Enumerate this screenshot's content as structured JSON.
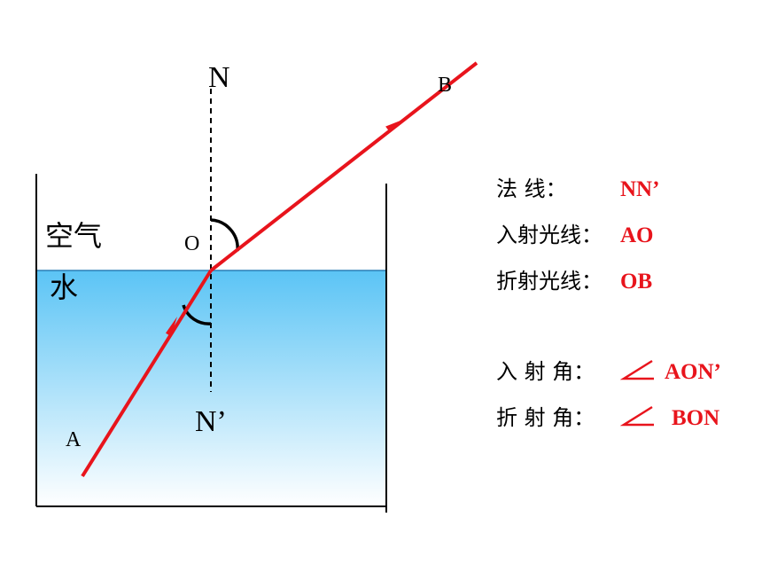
{
  "labels": {
    "N": "N",
    "N_prime": "N’",
    "O": "O",
    "A": "A",
    "B": "B",
    "air": "空气",
    "water": "水"
  },
  "legend": {
    "normal": {
      "term": "法    线：",
      "value": "NN’"
    },
    "incident_ray": {
      "term": "入射光线：",
      "value": "AO"
    },
    "refracted_ray": {
      "term": "折射光线：",
      "value": "OB"
    },
    "incident_angle": {
      "term": "入 射 角：",
      "value": "AON’"
    },
    "refraction_angle": {
      "term": "折 射 角：",
      "value": "BON"
    }
  },
  "colors": {
    "ray": "#e8141c",
    "water_top": "#5bc4f5",
    "water_bottom": "#ffffff",
    "container": "#000000"
  }
}
